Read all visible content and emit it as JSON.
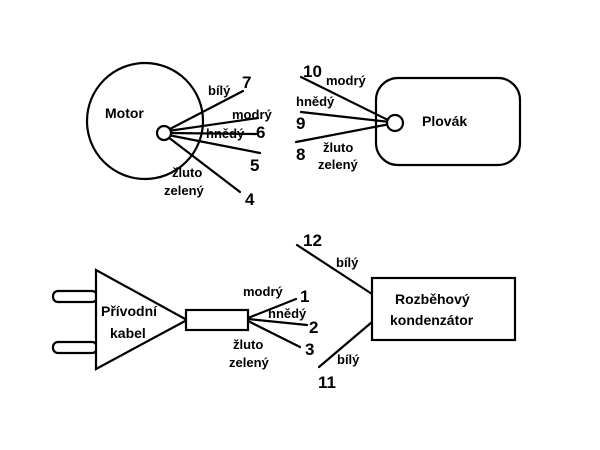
{
  "motor": {
    "title": "Motor",
    "wires": [
      {
        "color": "bílý",
        "number": "7"
      },
      {
        "color": "modrý",
        "number": ""
      },
      {
        "color": "hnědý",
        "number": "6"
      },
      {
        "color": "",
        "number": "5"
      },
      {
        "color_line1": "žluto",
        "color_line2": "zelený",
        "number": "4"
      }
    ]
  },
  "float": {
    "title": "Plovák",
    "wires": [
      {
        "color": "modrý",
        "number": "10"
      },
      {
        "color": "hnědý",
        "number": "9"
      },
      {
        "color_line1": "žluto",
        "color_line2": "zelený",
        "number": "8"
      }
    ]
  },
  "cable": {
    "title_line1": "Přívodní",
    "title_line2": "kabel",
    "wires": [
      {
        "color": "modrý",
        "number": "1"
      },
      {
        "color": "hnědý",
        "number": "2"
      },
      {
        "color_line1": "žluto",
        "color_line2": "zelený",
        "number": "3"
      }
    ]
  },
  "capacitor": {
    "title_line1": "Rozběhový",
    "title_line2": "kondenzátor",
    "wires": [
      {
        "color": "bílý",
        "number": "12"
      },
      {
        "color": "bílý",
        "number": "11"
      }
    ]
  }
}
